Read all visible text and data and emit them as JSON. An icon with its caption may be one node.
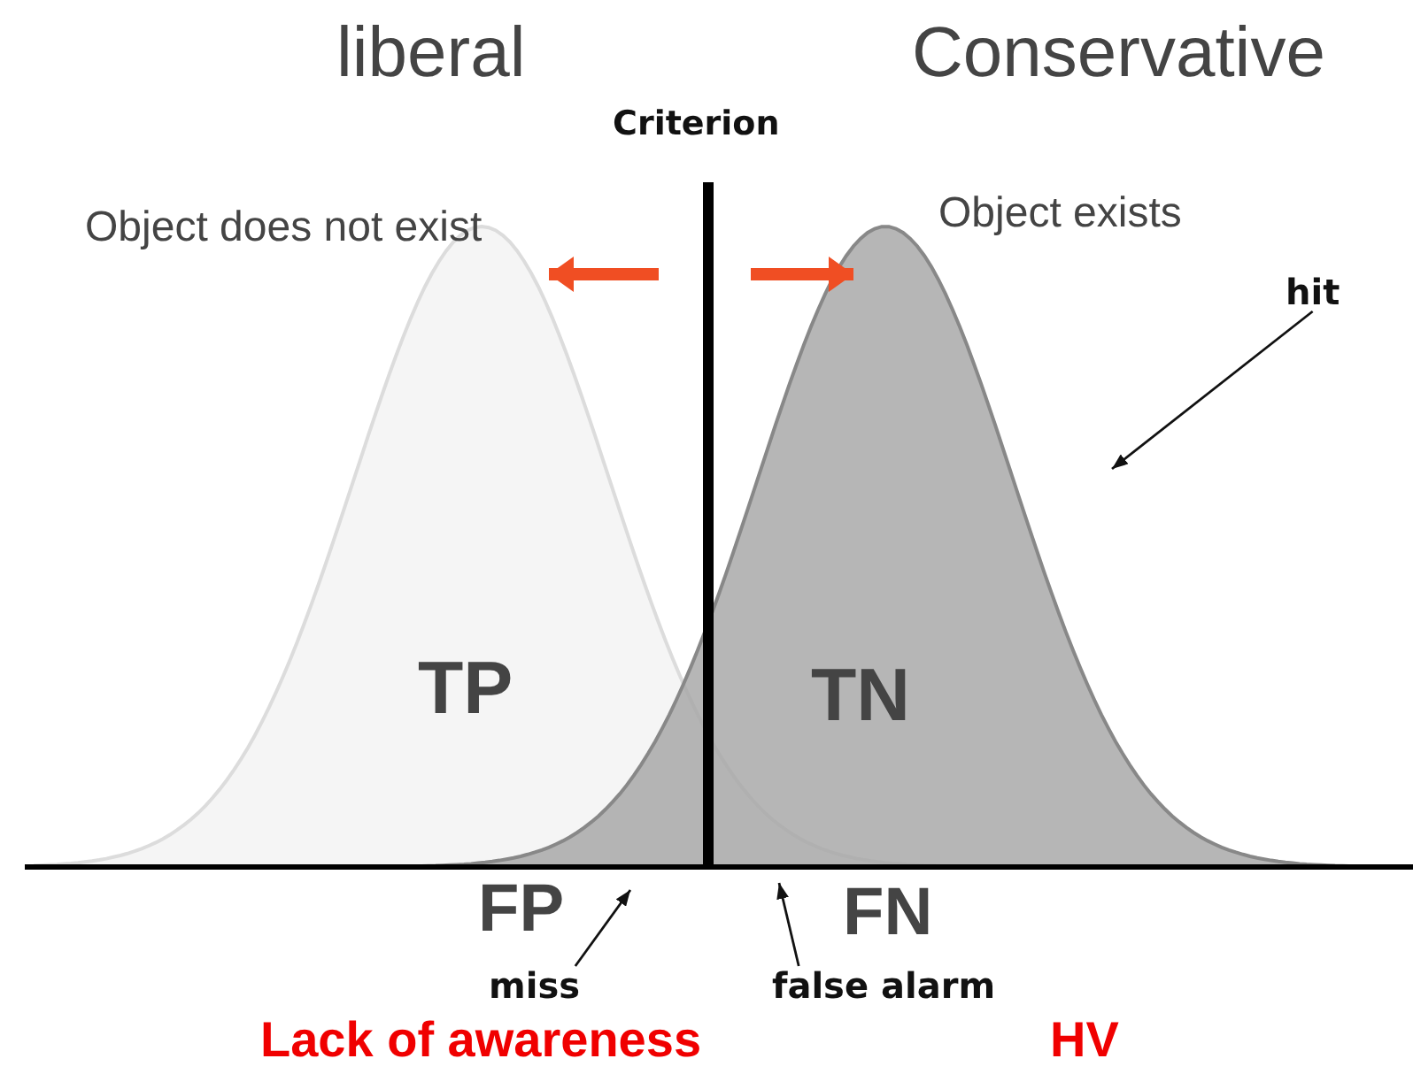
{
  "diagram": {
    "nodes": [
      {
        "text": [
          "hit"
        ]
      },
      {
        "text": [
          "miss"
        ]
      },
      {
        "text": [
          "false alarm"
        ]
      }
    ],
    "edges": [
      {
        "from": 0,
        "to": null,
        "arrow": "to"
      },
      {
        "from": 1,
        "to": null,
        "arrow": "to"
      },
      {
        "from": 2,
        "to": null,
        "arrow": "to"
      }
    ],
    "labels": [
      "liberal",
      "Conservative",
      "Criterion",
      "Object does not exist",
      "Object exists",
      "TP",
      "TN",
      "FP",
      "FN",
      "Lack of awareness",
      "HV"
    ]
  }
}
